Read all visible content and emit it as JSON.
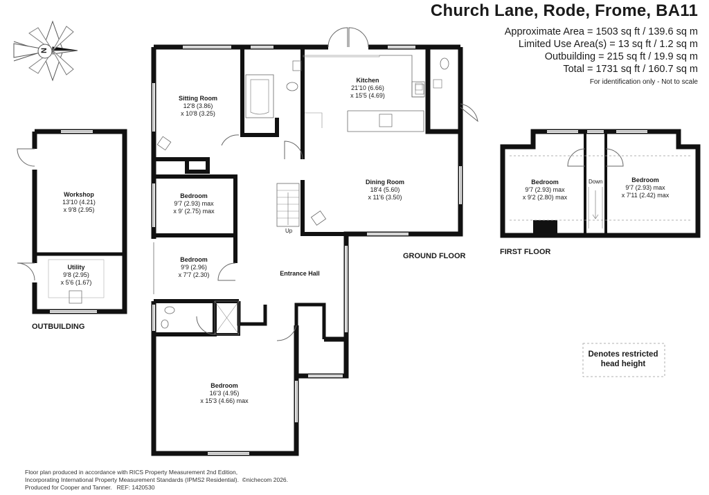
{
  "header": {
    "title": "Church Lane, Rode, Frome, BA11",
    "approx_area": "Approximate Area = 1503 sq ft / 139.6 sq m",
    "limited_use": "Limited Use Area(s) = 13 sq ft / 1.2 sq m",
    "outbuilding": "Outbuilding = 215 sq ft / 19.9 sq m",
    "total": "Total = 1731 sq ft / 160.7 sq m",
    "note": "For identification only - Not to scale"
  },
  "compass": {
    "letter": "N"
  },
  "rooms": {
    "sitting": {
      "name": "Sitting Room",
      "dim1": "12'8 (3.86)",
      "dim2": "x 10'8 (3.25)"
    },
    "kitchen": {
      "name": "Kitchen",
      "dim1": "21'10 (6.66)",
      "dim2": "x 15'5 (4.69)"
    },
    "dining": {
      "name": "Dining Room",
      "dim1": "18'4 (5.60)",
      "dim2": "x 11'6 (3.50)"
    },
    "bed1": {
      "name": "Bedroom",
      "dim1": "9'7 (2.93) max",
      "dim2": "x 9' (2.75) max"
    },
    "bed2": {
      "name": "Bedroom",
      "dim1": "9'9 (2.96)",
      "dim2": "x 7'7 (2.30)"
    },
    "bed3": {
      "name": "Bedroom",
      "dim1": "16'3 (4.95)",
      "dim2": "x 15'3 (4.66) max"
    },
    "hall": {
      "name": "Entrance Hall"
    },
    "workshop": {
      "name": "Workshop",
      "dim1": "13'10 (4.21)",
      "dim2": "x 9'8 (2.95)"
    },
    "utility": {
      "name": "Utility",
      "dim1": "9'8 (2.95)",
      "dim2": "x 5'6 (1.67)"
    },
    "ff_bed1": {
      "name": "Bedroom",
      "dim1": "9'7 (2.93) max",
      "dim2": "x 9'2 (2.80) max"
    },
    "ff_bed2": {
      "name": "Bedroom",
      "dim1": "9'7 (2.93) max",
      "dim2": "x 7'11 (2.42) max"
    }
  },
  "stairs": {
    "up": "Up",
    "down": "Down"
  },
  "floors": {
    "ground": "GROUND FLOOR",
    "first": "FIRST FLOOR",
    "outbuilding": "OUTBUILDING"
  },
  "legend": {
    "line1": "Denotes restricted",
    "line2": "head height"
  },
  "footer": {
    "line1": "Floor plan produced in accordance with RICS Property Measurement 2nd Edition,",
    "line2": "Incorporating International Property Measurement Standards (IPMS2 Residential).",
    "copyright": "©nichecom 2026.",
    "line3": "Produced for Cooper and Tanner.",
    "ref": "REF: 1420530"
  },
  "colors": {
    "wall": "#111111",
    "line": "#555555",
    "window": "#888888",
    "text": "#1a1a1a"
  }
}
